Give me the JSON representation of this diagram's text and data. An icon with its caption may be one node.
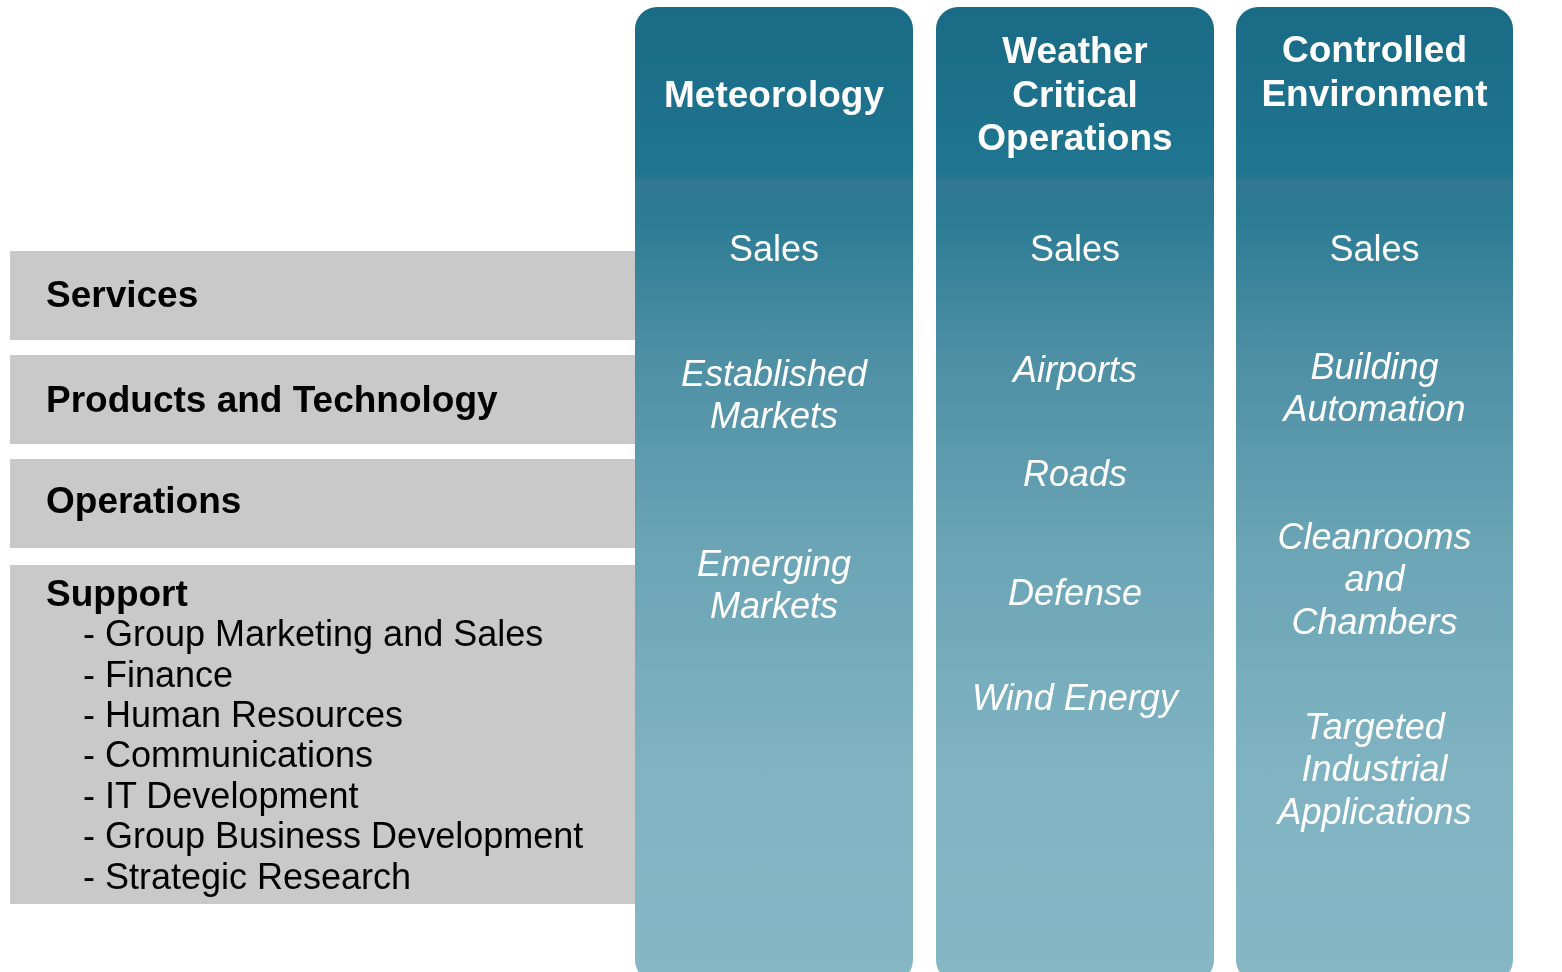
{
  "diagram": {
    "nodes": [
      {
        "text": [
          "Services"
        ]
      },
      {
        "text": [
          "Products and Technology"
        ]
      },
      {
        "text": [
          "Operations"
        ]
      },
      {
        "text": [
          "Support",
          "- Group Marketing and Sales",
          "- Finance",
          "- Human Resources",
          "- Communications",
          "- IT Development",
          "- Group Business Development",
          "- Strategic Research"
        ]
      },
      {
        "text": [
          "Meteorology",
          "Sales",
          "Established Markets",
          "Emerging Markets"
        ]
      },
      {
        "text": [
          "Weather Critical Operations",
          "Sales",
          "Airports",
          "Roads",
          "Defense",
          "Wind Energy"
        ]
      },
      {
        "text": [
          "Controlled Environment",
          "Sales",
          "Building Automation",
          "Cleanrooms and Chambers",
          "Targeted Industrial Applications"
        ]
      }
    ]
  }
}
